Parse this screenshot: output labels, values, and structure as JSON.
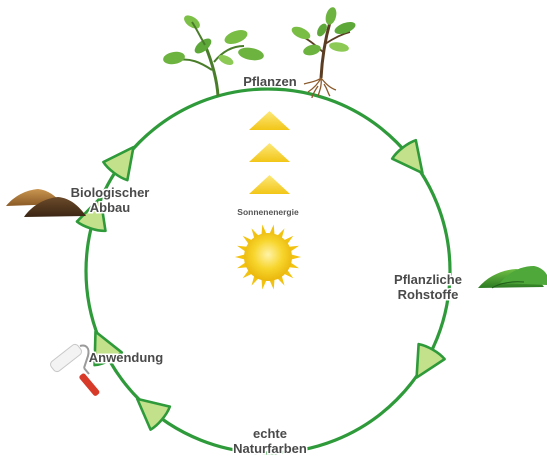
{
  "diagram": {
    "stages": [
      {
        "id": "pflanzen",
        "lines": [
          "Pflanzen"
        ]
      },
      {
        "id": "rohstoffe",
        "lines": [
          "Pflanzliche",
          "Rohstoffe"
        ]
      },
      {
        "id": "naturfarben",
        "lines": [
          "echte",
          "Naturfarben"
        ]
      },
      {
        "id": "anwendung",
        "lines": [
          "Anwendung"
        ]
      },
      {
        "id": "abbau",
        "lines": [
          "Biologischer",
          "Abbau"
        ]
      }
    ],
    "center_label": "Sonnenenergie",
    "colors": {
      "ring": "#2e9a3a",
      "arrow_fill": "#c3e08a",
      "arrow_stroke": "#2e9a3a",
      "sun": "#f6cf1a",
      "label": "#4a4a4a"
    },
    "icons": [
      "seedling-icon",
      "uprooted-plant-icon",
      "soil-pile-icon",
      "green-powder-icon",
      "paint-roller-icon",
      "sun-icon",
      "energy-triangle-icon"
    ]
  }
}
